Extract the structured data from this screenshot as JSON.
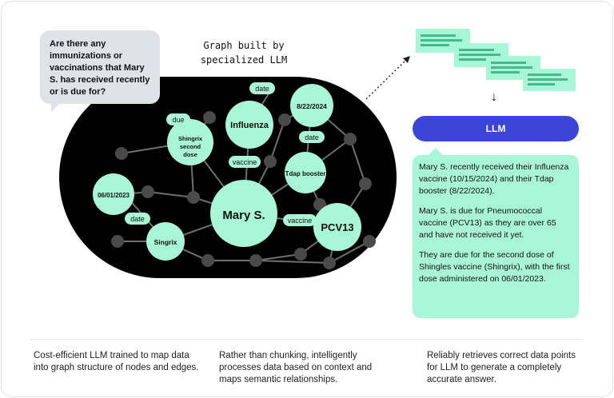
{
  "question": "Are there any immunizations or vaccinations that Mary S. has received recently or is due for?",
  "graph_title_line1": "Graph built by",
  "graph_title_line2": "specialized LLM",
  "nodes": {
    "mary": "Mary S.",
    "influenza": "Influenza",
    "date_8_22": "8/22/2024",
    "shingrix_second": [
      "Shingrix",
      "second",
      "dose"
    ],
    "date_06_01": "06/01/2023",
    "tdap": "Tdap booster",
    "pcv13": "PCV13",
    "singrix": "Singrix"
  },
  "edge_labels": {
    "date_influenza": "date",
    "due": "due",
    "vaccine_influenza": "vaccine",
    "date_tdap": "date",
    "date_singrix": "date",
    "vaccine_pcv13": "vaccine"
  },
  "llm_label": "LLM",
  "answer_paragraphs": [
    "Mary S. recently received their Influenza vaccine (10/15/2024) and their Tdap booster (8/22/2024).",
    "Mary S. is due for Pneumococcal vaccine (PCV13) as they are over 65 and have not received it yet.",
    "They are due for the second dose of Shingles vaccine (Shingrix), with the first dose administered on 06/01/2023."
  ],
  "captions": [
    "Cost-efficient LLM trained to map data into graph structure of nodes and edges.",
    "Rather than chunking, intelligently processes data based on context and maps semantic relationships.",
    "Reliably retrieves correct data points for LLM to generate a completely accurate answer."
  ],
  "colors": {
    "mint": "#a8f5d8",
    "graph_bg": "#000000",
    "gray_node": "#4a4a4a",
    "edge": "#6f6f6f",
    "llm_blue": "#3b46d9",
    "bubble_gray": "#dfe3e8"
  }
}
